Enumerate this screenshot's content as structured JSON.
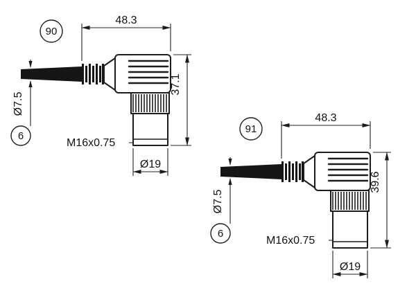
{
  "page": {
    "background": "#ffffff",
    "line_color": "#1c1c1c"
  },
  "drawings": [
    {
      "name": "right-angle-connector-90",
      "balloon": "90",
      "length_dim": "48.3",
      "height_dim": "37.1",
      "cable_diameter": "Ø7.5",
      "cable_balloon": "6",
      "thread_label": "M16x0.75",
      "barrel_diameter": "Ø19"
    },
    {
      "name": "right-angle-connector-91",
      "balloon": "91",
      "length_dim": "48.3",
      "height_dim": "39.6",
      "cable_diameter": "Ø7.5",
      "cable_balloon": "6",
      "thread_label": "M16x0.75",
      "barrel_diameter": "Ø19"
    }
  ]
}
